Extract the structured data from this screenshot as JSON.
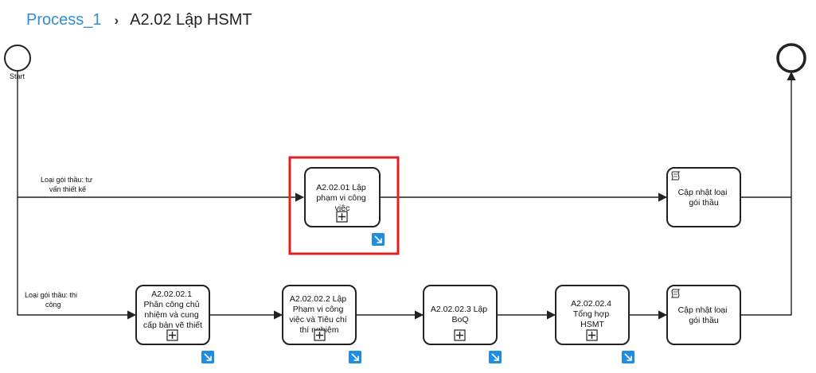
{
  "breadcrumb": {
    "parent": "Process_1",
    "separator": "›",
    "current": "A2.02 Lập HSMT"
  },
  "colors": {
    "link": "#2f8fd6",
    "highlight": "#e02020",
    "drilldown": "#1f8de0",
    "stroke": "#222222"
  },
  "start_event": {
    "label": "Start"
  },
  "flows": {
    "upper_condition": [
      "Loại gói thầu: tư",
      "vấn thiết kế"
    ],
    "lower_condition": [
      "Loại gói thầu: thi",
      "công"
    ]
  },
  "tasks": [
    {
      "id": "t1",
      "lines": [
        "A2.02.01 Lập",
        "phạm vi công",
        "việc"
      ],
      "icon": "subprocess-expand-icon",
      "drilldown": true,
      "highlighted": true
    },
    {
      "id": "t2",
      "lines": [
        "Cập nhật loại",
        "gói thầu"
      ],
      "icon": "script-icon",
      "drilldown": false
    },
    {
      "id": "t3",
      "lines": [
        "A2.02.02.1",
        "Phân công chủ",
        "nhiệm và cung",
        "cấp bản vẽ thiết"
      ],
      "icon": "subprocess-expand-icon",
      "drilldown": true
    },
    {
      "id": "t4",
      "lines": [
        "A2.02.02.2 Lập",
        "Phạm vi công",
        "việc và Tiêu chí",
        "thí nghiệm"
      ],
      "icon": "subprocess-expand-icon",
      "drilldown": true
    },
    {
      "id": "t5",
      "lines": [
        "A2.02.02.3 Lập",
        "BoQ"
      ],
      "icon": "subprocess-expand-icon",
      "drilldown": true
    },
    {
      "id": "t6",
      "lines": [
        "A2.02.02.4",
        "Tổng hợp",
        "HSMT"
      ],
      "icon": "subprocess-expand-icon",
      "drilldown": true
    },
    {
      "id": "t7",
      "lines": [
        "Cập nhật loại",
        "gói thầu"
      ],
      "icon": "script-icon",
      "drilldown": false
    }
  ]
}
